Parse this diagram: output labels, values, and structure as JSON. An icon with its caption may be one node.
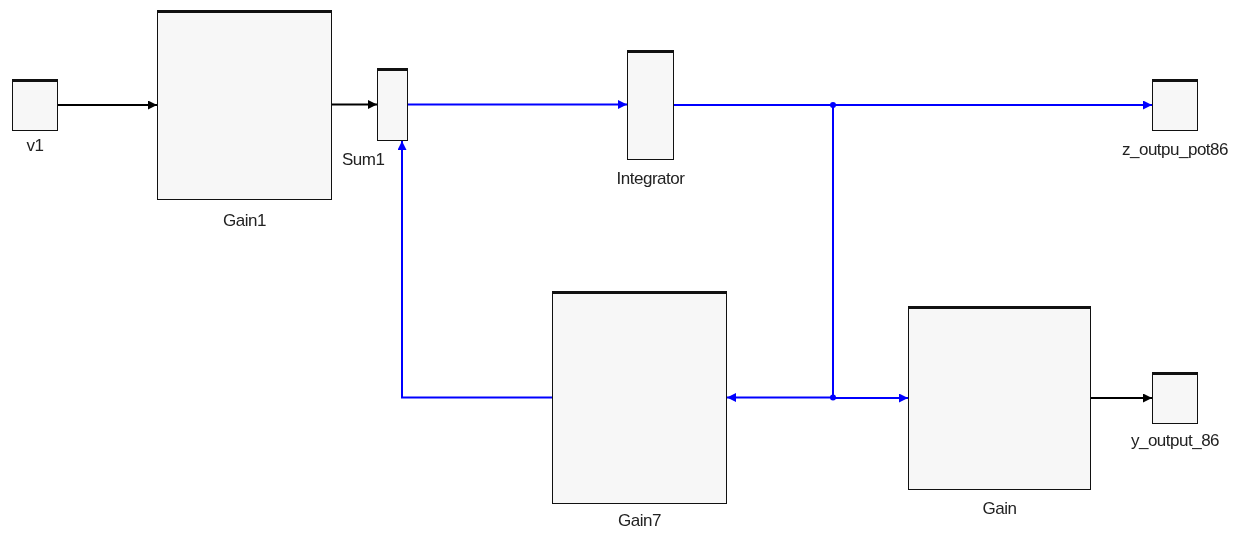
{
  "diagram": {
    "nodes": [
      {
        "text": [
          "v1"
        ]
      },
      {
        "text": [
          "Gain1"
        ]
      },
      {
        "text": [
          "Sum1"
        ]
      },
      {
        "text": [
          "Integrator"
        ]
      },
      {
        "text": [
          "z_outpu_pot86"
        ]
      },
      {
        "text": [
          "Gain7"
        ]
      },
      {
        "text": [
          "Gain"
        ]
      },
      {
        "text": [
          "y_output_86"
        ]
      }
    ],
    "edges": [
      {
        "from": 0,
        "to": 1,
        "arrow": "to",
        "color": "#000000"
      },
      {
        "from": 1,
        "to": 2,
        "arrow": "to",
        "color": "#000000"
      },
      {
        "from": 2,
        "to": 3,
        "arrow": "to"
      },
      {
        "from": 3,
        "to": 4,
        "arrow": "to"
      },
      {
        "from": 3,
        "to": 5,
        "arrow": "to"
      },
      {
        "from": 3,
        "to": 6,
        "arrow": "to"
      },
      {
        "from": 5,
        "to": 2,
        "arrow": "to"
      },
      {
        "from": 6,
        "to": 7,
        "arrow": "to",
        "color": "#000000"
      }
    ]
  }
}
